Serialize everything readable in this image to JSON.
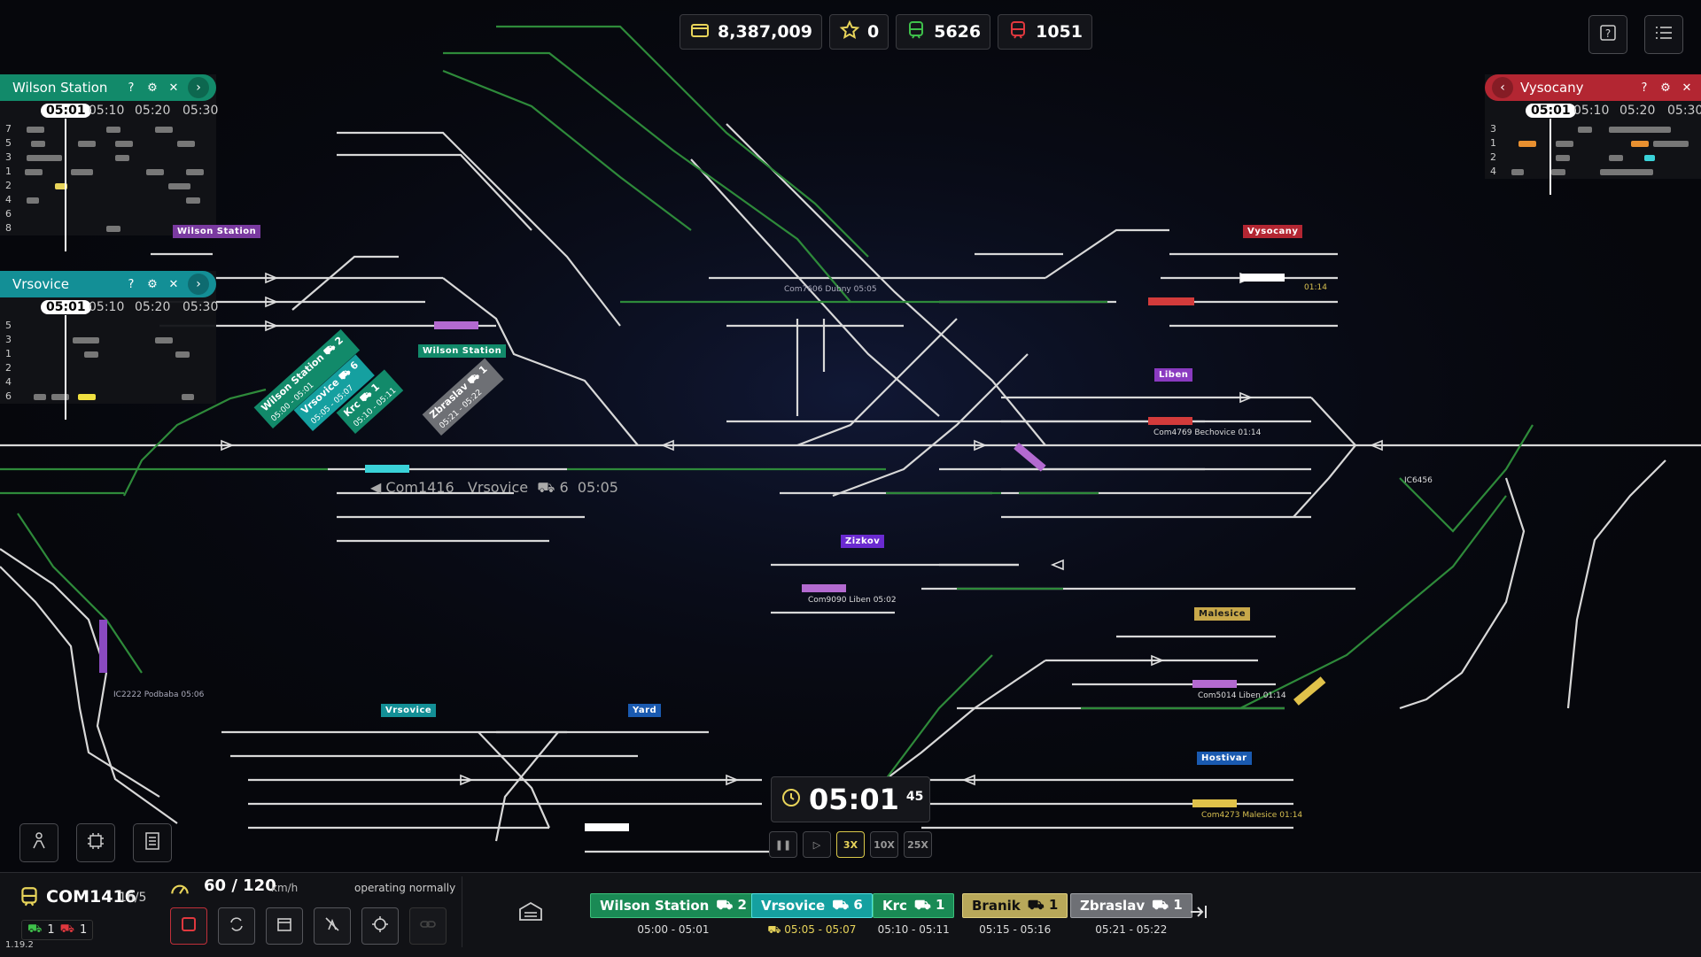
{
  "hud": {
    "money": "8,387,009",
    "stars": "0",
    "green_trains": "5626",
    "red_trains": "1051"
  },
  "panels": {
    "wilson": {
      "title": "Wilson Station",
      "now": "05:01",
      "times": [
        "05:10",
        "05:20",
        "05:30"
      ],
      "tracks": [
        "7",
        "5",
        "3",
        "1",
        "2",
        "4",
        "6",
        "8"
      ]
    },
    "vrsovice": {
      "title": "Vrsovice",
      "now": "05:01",
      "times": [
        "05:10",
        "05:20",
        "05:30"
      ],
      "tracks": [
        "5",
        "3",
        "1",
        "2",
        "4",
        "6"
      ]
    },
    "vysocany": {
      "title": "Vysocany",
      "now": "05:01",
      "times": [
        "05:10",
        "05:20",
        "05:30"
      ],
      "tracks": [
        "3",
        "1",
        "2",
        "4"
      ]
    }
  },
  "map_labels": {
    "vysocany": "Vysocany",
    "wilson_station": "Wilson Station",
    "wilson_station_top": "Wilson Station",
    "liben": "Liben",
    "zizkov": "Zizkov",
    "malesice": "Malesice",
    "vrsovice": "Vrsovice",
    "yard": "Yard",
    "hostivar": "Hostivar"
  },
  "map_texts": {
    "com7606": "Com7606",
    "com7606_dest": "Dubny",
    "com7606_time": "05:05",
    "com4769": "Com4769",
    "com4769_dest": "Bechovice",
    "com4769_time": "01:14",
    "com9090": "Com9090",
    "com9090_dest": "Liben",
    "com9090_time": "05:02",
    "com5014": "Com5014",
    "com5014_dest": "Liben",
    "com5014_time": "01:14",
    "com4273": "Com4273",
    "com4273_dest": "Malesice",
    "com4273_time": "01:14",
    "ic6456": "IC6456",
    "ic2222": "IC2222",
    "ic2222_dest": "Podbaba",
    "ic2222_time": "05:06",
    "com1416_line": "Com1416",
    "com1416_dest": "Vrsovice",
    "com1416_platform": "6",
    "com1416_time": "05:05",
    "com6060_time": "01:14"
  },
  "route_tags": [
    {
      "name": "Wilson Station",
      "time": "05:00 - 05:01",
      "count": "2"
    },
    {
      "name": "Vrsovice",
      "time": "05:05 - 05:07",
      "count": "6"
    },
    {
      "name": "Krc",
      "time": "05:10 - 05:11",
      "count": "1"
    },
    {
      "name": "Zbraslav",
      "time": "05:21 - 05:22",
      "count": "1"
    }
  ],
  "clock": {
    "time": "05:01",
    "seconds": "45"
  },
  "speed_buttons": [
    "3X",
    "10X",
    "25X"
  ],
  "train": {
    "name": "COM1416",
    "position": "16/5",
    "speed": "60 / 120",
    "unit": "km/h",
    "state": "operating normally",
    "green_count": "1",
    "red_count": "1"
  },
  "stops": [
    {
      "name": "Wilson Station",
      "count": "2",
      "time": "05:00 - 05:01",
      "color": "#1a8a55"
    },
    {
      "name": "Vrsovice",
      "count": "6",
      "time": "05:05 - 05:07",
      "color": "#15a0a0"
    },
    {
      "name": "Krc",
      "count": "1",
      "time": "05:10 - 05:11",
      "color": "#1a8a55"
    },
    {
      "name": "Branik",
      "count": "1",
      "time": "05:15 - 05:16",
      "color": "#b8a85a"
    },
    {
      "name": "Zbraslav",
      "count": "1",
      "time": "05:21 - 05:22",
      "color": "#6e7075"
    }
  ],
  "version": "1.19.2",
  "colors": {
    "green_panel": "#128a6a",
    "teal_panel": "#138f96",
    "red_panel": "#b32632",
    "track_white": "#d8d8d8",
    "track_green": "#2e8a3a",
    "accent_yellow": "#e8d45a"
  }
}
